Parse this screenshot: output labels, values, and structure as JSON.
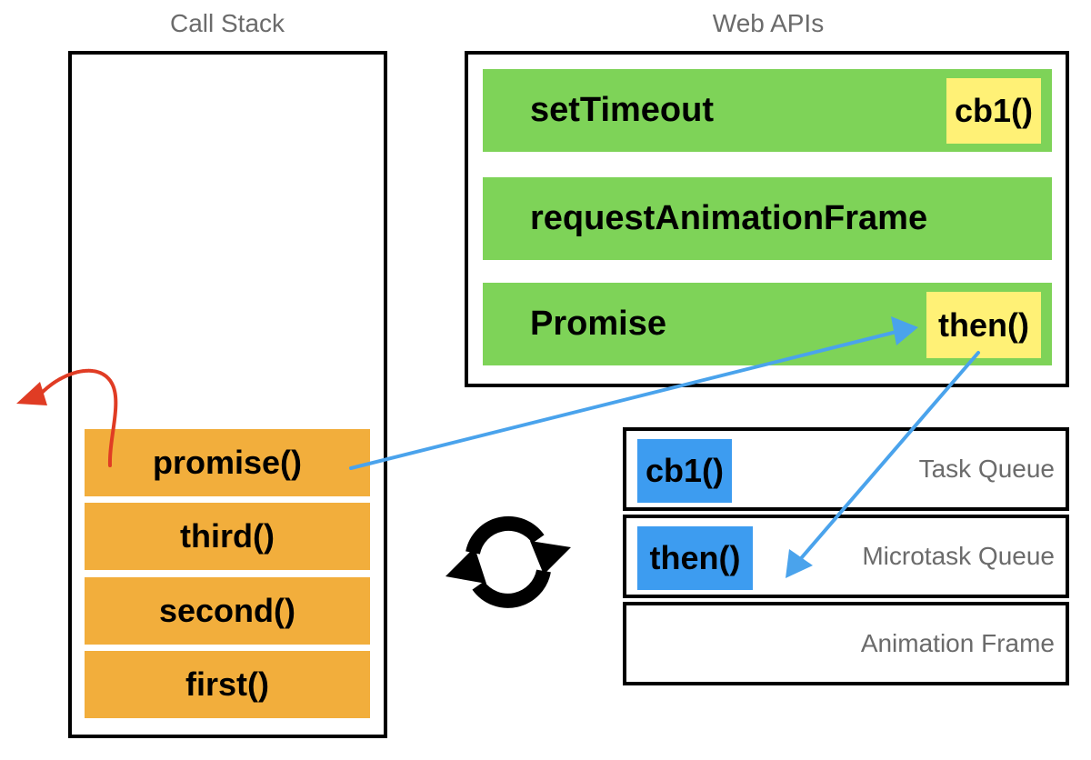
{
  "call_stack": {
    "title": "Call Stack",
    "items": [
      "promise()",
      "third()",
      "second()",
      "first()"
    ]
  },
  "web_apis": {
    "title": "Web APIs",
    "rows": [
      {
        "label": "setTimeout",
        "tag": "cb1()"
      },
      {
        "label": "requestAnimationFrame",
        "tag": ""
      },
      {
        "label": "Promise",
        "tag": "then()"
      }
    ]
  },
  "queues": {
    "task_queue": {
      "label": "Task Queue",
      "item": "cb1()"
    },
    "microtask_queue": {
      "label": "Microtask Queue",
      "item": "then()"
    },
    "animation_frame": {
      "label": "Animation Frame"
    }
  },
  "event_loop_icon": "refresh-cycle-icon",
  "colors": {
    "stack_item": "#f2ae3c",
    "api_row": "#7ed358",
    "api_tag": "#fff176",
    "queue_item": "#3d9cf0",
    "pop_arrow": "#e03c24",
    "flow_arrow": "#4aa3ec"
  }
}
